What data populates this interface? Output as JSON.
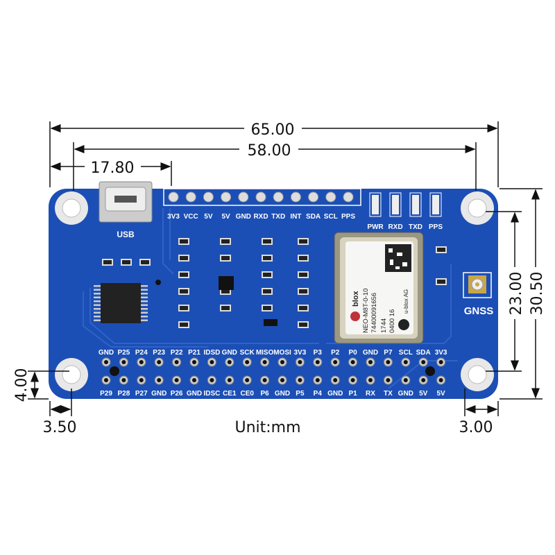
{
  "dimensions": {
    "width_total": "65.00",
    "hole_spacing_x": "58.00",
    "usb_offset": "17.80",
    "height_total": "30.50",
    "hole_spacing_y": "23.00",
    "hole_offset_bottom": "4.00",
    "hole_offset_left": "3.50",
    "hole_offset_right": "3.00",
    "unit": "Unit:mm"
  },
  "board": {
    "usb_label": "USB",
    "gnss_label": "GNSS",
    "top_header": [
      "3V3",
      "VCC",
      "5V",
      "5V",
      "GND",
      "RXD",
      "TXD",
      "INT",
      "SDA",
      "SCL",
      "PPS"
    ],
    "leds": [
      "PWR",
      "RXD",
      "TXD",
      "PPS"
    ],
    "gpio_top": [
      "GND",
      "P25",
      "P24",
      "P23",
      "P22",
      "P21",
      "IDSD",
      "GND",
      "SCK",
      "MISO",
      "MOSI",
      "3V3",
      "P3",
      "P2",
      "P0",
      "GND",
      "P7",
      "SCL",
      "SDA",
      "3V3"
    ],
    "gpio_bottom": [
      "P29",
      "P28",
      "P27",
      "GND",
      "P26",
      "GND",
      "IDSC",
      "CE1",
      "CE0",
      "P6",
      "GND",
      "P5",
      "P4",
      "GND",
      "P1",
      "RX",
      "TX",
      "GND",
      "5V",
      "5V"
    ],
    "module": {
      "brand": "blox",
      "model": "NEO-M8T-0-10",
      "serial": "74400091656",
      "date": "1744",
      "code": "0400  16",
      "maker": "u-blox AG"
    }
  },
  "colors": {
    "board": "#1c4fb5",
    "silk": "#ffffff",
    "dim": "#111111"
  }
}
